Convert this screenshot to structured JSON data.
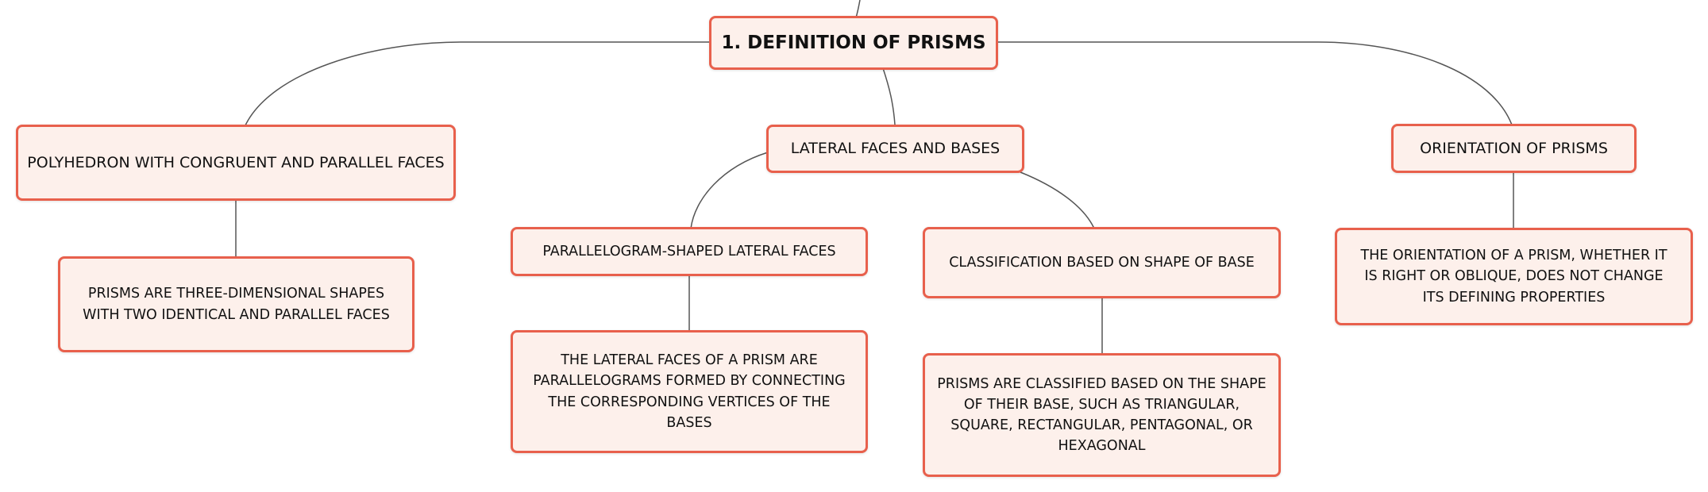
{
  "accent_color": "#e8604c",
  "node_fill": "#fdf0eb",
  "connector_color": "#555555",
  "root": {
    "label": "1. DEFINITION OF PRISMS"
  },
  "branches": [
    {
      "label": "POLYHEDRON WITH CONGRUENT AND PARALLEL FACES",
      "detail": "PRISMS ARE THREE-DIMENSIONAL SHAPES WITH TWO IDENTICAL AND PARALLEL FACES"
    },
    {
      "label": "LATERAL FACES AND BASES",
      "children": [
        {
          "label": "PARALLELOGRAM-SHAPED LATERAL FACES",
          "detail": "THE LATERAL FACES OF A PRISM ARE PARALLELOGRAMS FORMED BY CONNECTING THE CORRESPONDING VERTICES OF THE BASES"
        },
        {
          "label": "CLASSIFICATION BASED ON SHAPE OF BASE",
          "detail": "PRISMS ARE CLASSIFIED BASED ON THE SHAPE OF THEIR BASE, SUCH AS TRIANGULAR, SQUARE, RECTANGULAR, PENTAGONAL, OR HEXAGONAL"
        }
      ]
    },
    {
      "label": "ORIENTATION OF PRISMS",
      "detail": "THE ORIENTATION OF A PRISM, WHETHER IT IS RIGHT OR OBLIQUE, DOES NOT CHANGE ITS DEFINING PROPERTIES"
    }
  ]
}
